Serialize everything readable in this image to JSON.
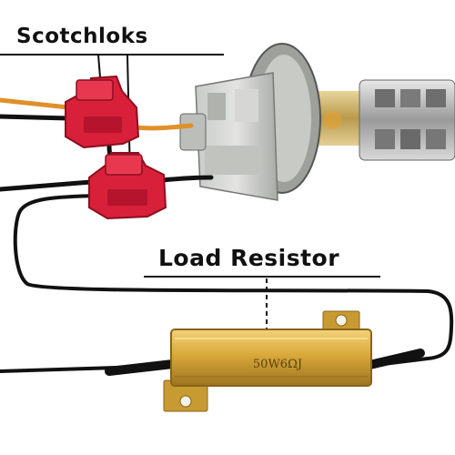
{
  "labels": {
    "scotchloks": "Scotchloks",
    "load_resistor": "Load Resistor"
  },
  "resistor": {
    "marking": "50W6ΩJ"
  },
  "colors": {
    "connector_red": "#d8203a",
    "wire_orange": "#e0902a",
    "wire_black": "#111111",
    "resistor_gold": "#d9a93a",
    "socket_gray": "#b8bab6"
  }
}
